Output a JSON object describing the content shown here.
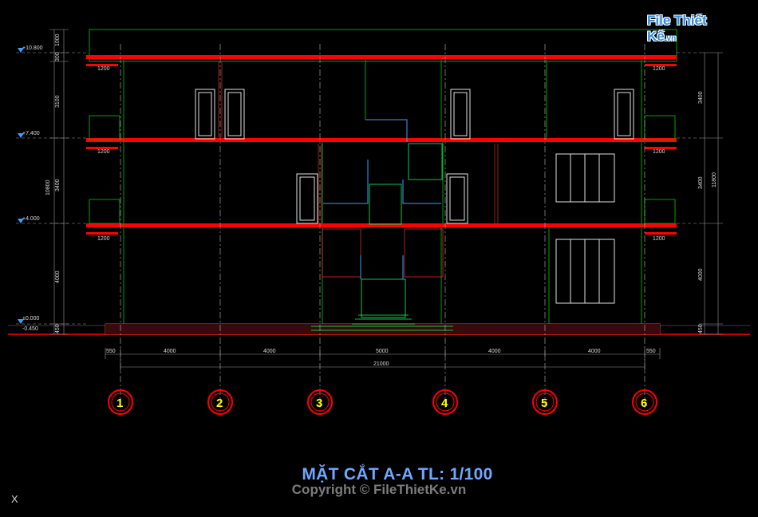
{
  "drawing": {
    "title": "MẶT CẮT A-A TL: 1/100",
    "copyright": "Copyright © FileThietKe.vn",
    "logo_text": "File Thiết Kế",
    "logo_suffix": ".vn",
    "ucs_symbol": "X"
  },
  "grid_axes": [
    "1",
    "2",
    "3",
    "4",
    "5",
    "6"
  ],
  "horizontal_dims": {
    "segments": [
      "550",
      "4000",
      "4000",
      "5000",
      "4000",
      "4000",
      "550"
    ],
    "total": "21000"
  },
  "left_dims": [
    "1000",
    "300",
    "3100",
    "3400",
    "4000",
    "450"
  ],
  "left_total": "10800",
  "right_dims": [
    "3400",
    "3400",
    "4000",
    "450"
  ],
  "right_total": "11800",
  "elevations": [
    "+10.800",
    "+7.400",
    "+4.000",
    "±0.000",
    "-0.450"
  ],
  "balcony_labels": [
    "1200",
    "1200",
    "1200",
    "1200",
    "1200",
    "1200"
  ],
  "colors": {
    "background": "#000000",
    "slab": "#ff0000",
    "column_line": "#00a000",
    "stair": "#00ff66",
    "dimension": "#d8d8d8",
    "grid_bubble": "#ff0000",
    "grid_text": "#ffff00",
    "title": "#6fa8ff"
  }
}
